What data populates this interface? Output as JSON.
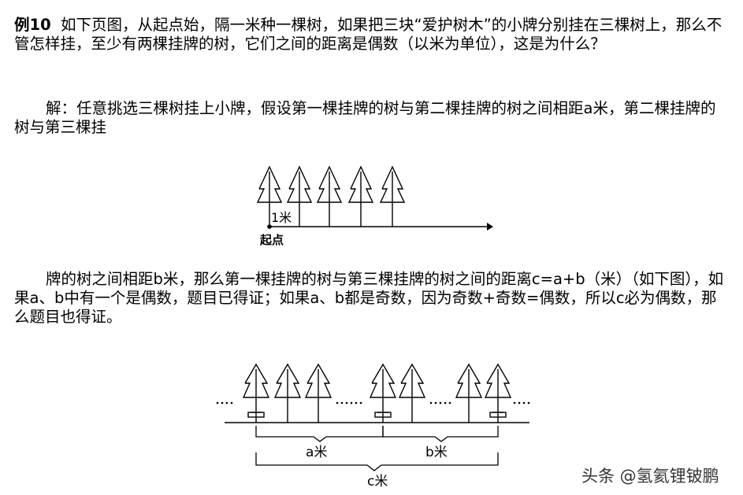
{
  "example": {
    "label": "例10",
    "question": "如下页图，从起点始，隔一米种一棵树，如果把三块“爱护树木”的小牌分别挂在三棵树上，那么不管怎样挂，至少有两棵挂牌的树，它们之间的距离是偶数（以米为单位），这是为什么？"
  },
  "solution": {
    "part1": "解：任意挑选三棵树挂上小牌，假设第一棵挂牌的树与第二棵挂牌的树之间相距a米，第二棵挂牌的树与第三棵挂",
    "part2": "牌的树之间相距b米，那么第一棵挂牌的树与第三棵挂牌的树之间的距离c=a+b（米）（如下图），如果a、b中有一个是偶数，题目已得证；如果a、b都是奇数，因为奇数+奇数=偶数，所以c必为偶数，那么题目也得证。"
  },
  "figure1": {
    "unit_label": "1米",
    "start_label": "起点",
    "tree_count": 5
  },
  "figure2": {
    "a_label": "a米",
    "b_label": "b米",
    "c_label": "c米"
  },
  "watermark": "头条 @氢氦锂铍鹏"
}
